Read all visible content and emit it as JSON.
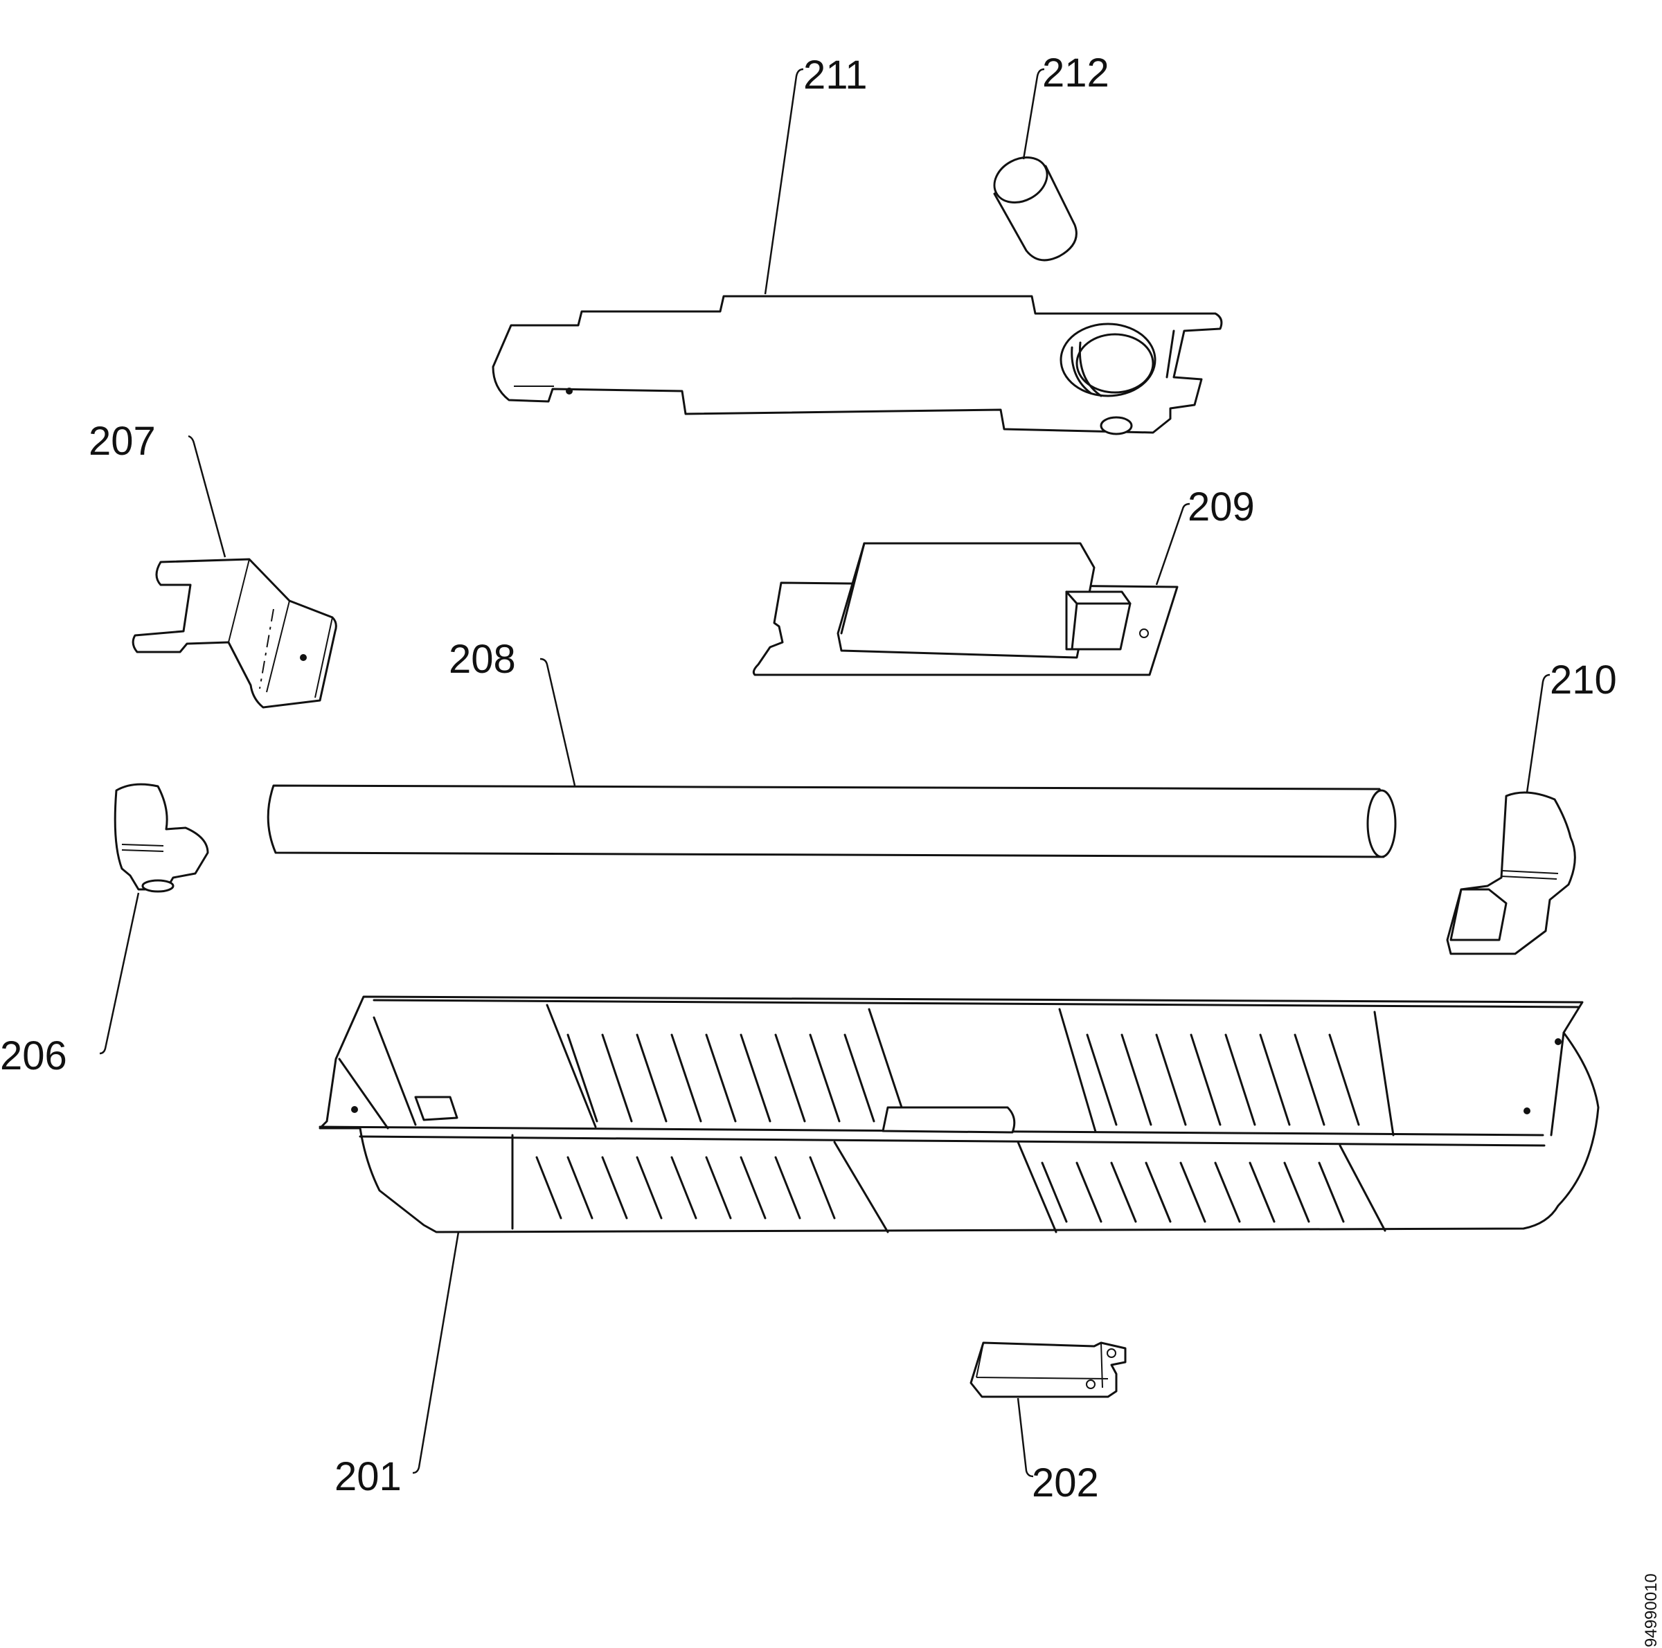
{
  "diagram": {
    "labels": {
      "p201": "201",
      "p202": "202",
      "p206": "206",
      "p207": "207",
      "p208": "208",
      "p209": "209",
      "p210": "210",
      "p211": "211",
      "p212": "212"
    },
    "drawing_code": "94990010"
  }
}
